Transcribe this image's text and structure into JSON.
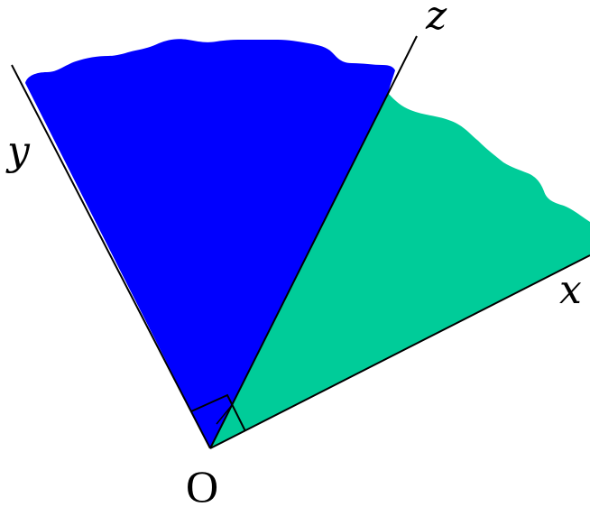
{
  "diagram": {
    "colors": {
      "yz_plane": "#0000ff",
      "xz_plane": "#00cc99",
      "lines": "#000000",
      "background": "#ffffff"
    },
    "labels": {
      "z_axis": "z",
      "y_axis": "y",
      "x_axis": "x",
      "origin": "O"
    }
  }
}
